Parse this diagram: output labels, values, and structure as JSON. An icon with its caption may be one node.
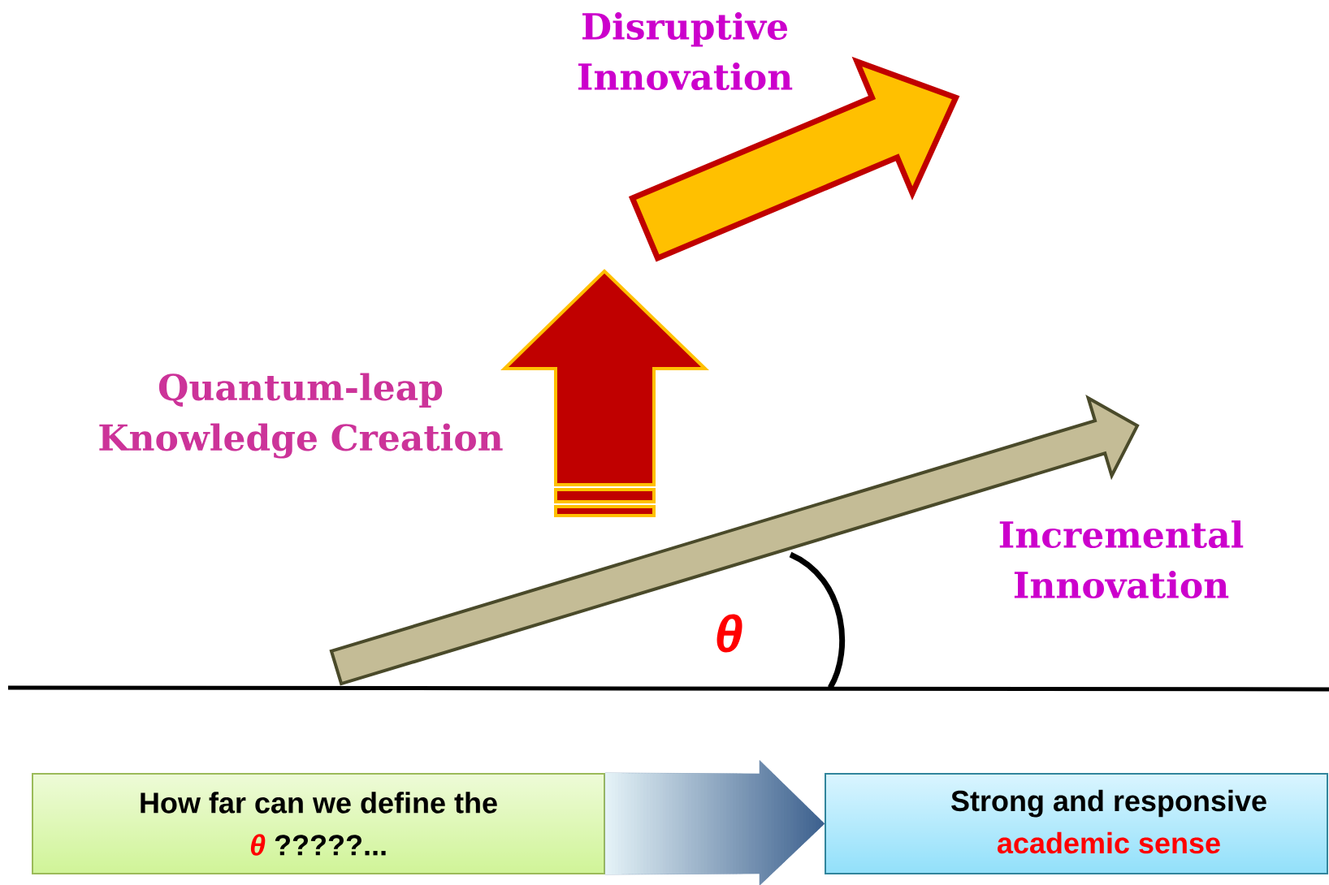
{
  "diagram": {
    "nodes": [
      {
        "text": [
          "How far can we define the",
          "θ",
          "?????..."
        ]
      },
      {
        "text": [
          "Strong and responsive",
          "academic sense"
        ]
      }
    ],
    "edges": [
      {
        "from": 0,
        "to": 1,
        "arrow": "to"
      }
    ],
    "labels": [
      "Disruptive Innovation",
      "Quantum-leap Knowledge Creation",
      "Incremental Innovation",
      "θ"
    ]
  }
}
